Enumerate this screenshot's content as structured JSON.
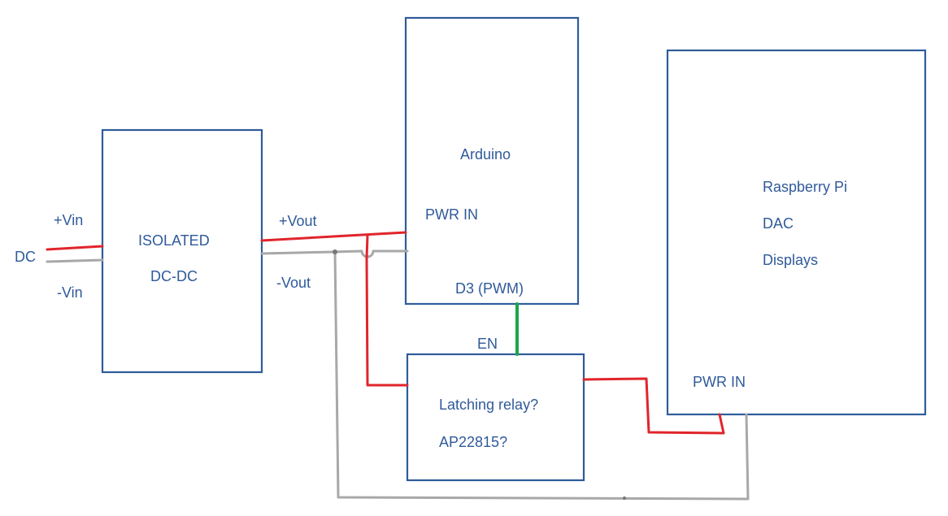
{
  "labels": {
    "dc": "DC",
    "vin_pos": "+Vin",
    "vin_neg": "-Vin",
    "isolated": "ISOLATED",
    "dcdc": "DC-DC",
    "vout_pos": "+Vout",
    "vout_neg": "-Vout",
    "arduino": "Arduino",
    "arduino_pwr": "PWR IN",
    "arduino_d3": "D3 (PWM)",
    "en": "EN",
    "relay_line1": "Latching relay?",
    "relay_line2": "AP22815?",
    "rpi_line1": "Raspberry Pi",
    "rpi_line2": "DAC",
    "rpi_line3": "Displays",
    "rpi_pwr": "PWR IN"
  },
  "colors": {
    "box": "#2e5c9a",
    "text": "#2f5a9a",
    "positive_wire": "#e0252b",
    "negative_wire": "#a8a8a8",
    "enable_wire": "#1aa64a"
  }
}
